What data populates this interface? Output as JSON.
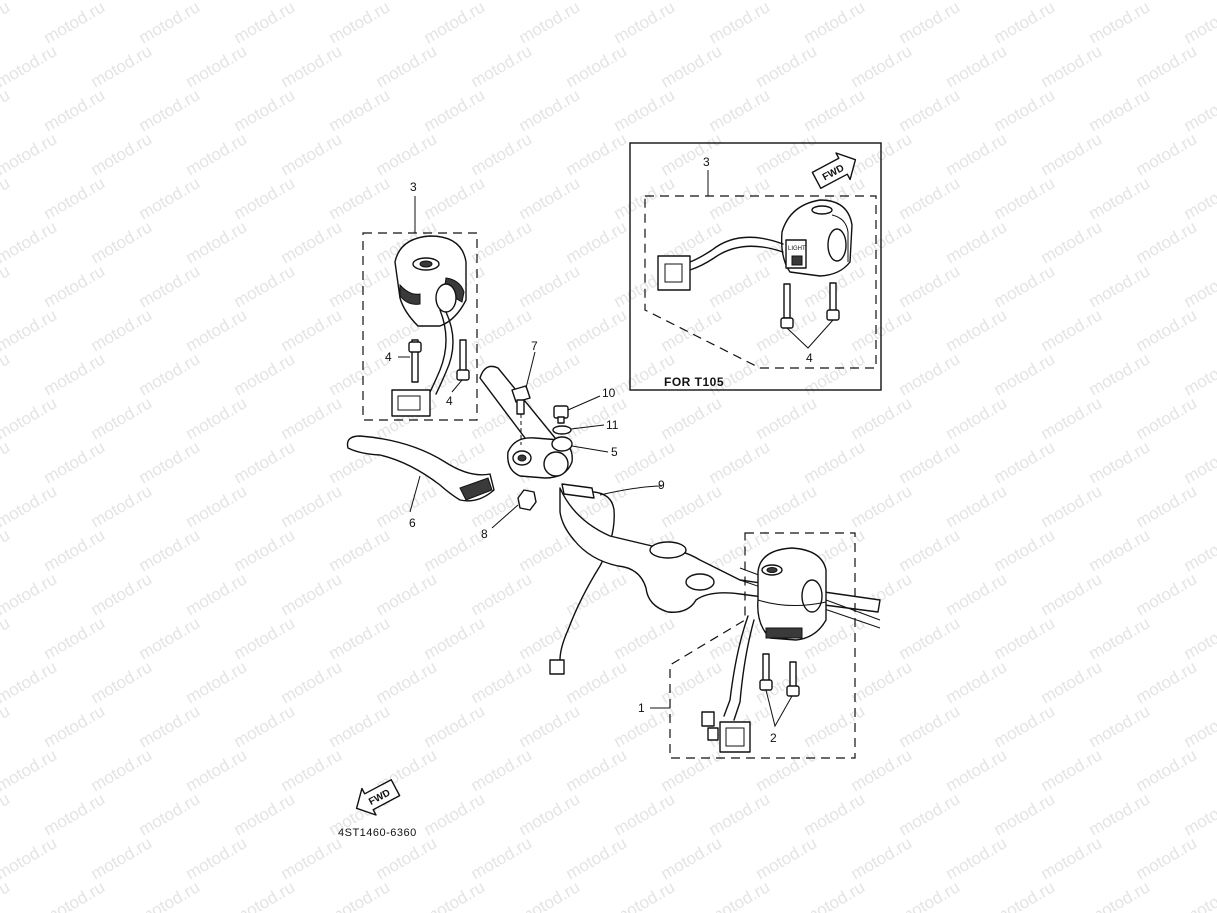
{
  "watermark": "motod.ru",
  "diagram_code": "4ST1460-6360",
  "inset_caption": "FOR  T105",
  "fwd_label": "FWD",
  "switch_label_light": "LIGHT",
  "callouts": {
    "c1": "1",
    "c2": "2",
    "c3_main": "3",
    "c3_inset": "3",
    "c4_main_a": "4",
    "c4_main_b": "4",
    "c4_inset": "4",
    "c5": "5",
    "c6": "6",
    "c7": "7",
    "c8": "8",
    "c9": "9",
    "c10": "10",
    "c11": "11"
  }
}
